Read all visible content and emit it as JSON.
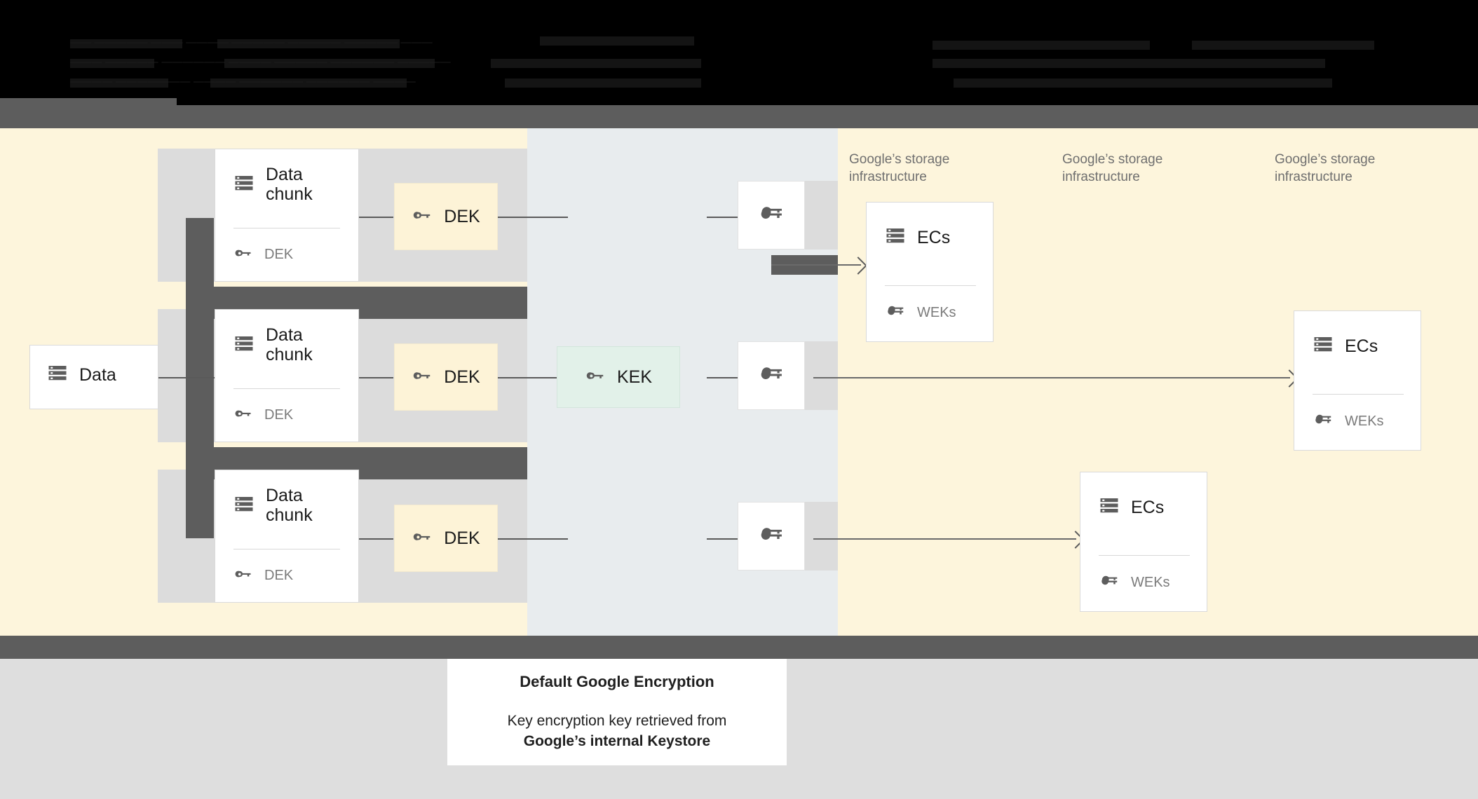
{
  "banner": {
    "note": "redacted-dark-text",
    "lines": [
      "——  —————  ———  ———— —————  ————— ————— ———",
      "———  ————— —————— ———— —————  —————— —————",
      "———— ———————  ———— ——————  —————— ————"
    ]
  },
  "diagram": {
    "source": {
      "title": "Data",
      "icon": "server-icon"
    },
    "chunks": [
      {
        "title": "Data chunk",
        "key_label": "DEK",
        "key_icon": "key-icon",
        "server_icon": "server-icon"
      },
      {
        "title": "Data chunk",
        "key_label": "DEK",
        "key_icon": "key-icon",
        "server_icon": "server-icon"
      },
      {
        "title": "Data chunk",
        "key_label": "DEK",
        "key_icon": "key-icon",
        "server_icon": "server-icon"
      }
    ],
    "dek_boxes": [
      {
        "label": "DEK",
        "icon": "key-icon"
      },
      {
        "label": "DEK",
        "icon": "key-icon"
      },
      {
        "label": "DEK",
        "icon": "key-icon"
      }
    ],
    "kek_box": {
      "label": "KEK",
      "icon": "key-icon"
    },
    "wrapped_keys": [
      {
        "icon": "wrapped-key-icon"
      },
      {
        "icon": "wrapped-key-icon"
      },
      {
        "icon": "wrapped-key-icon"
      }
    ],
    "storage_labels": [
      "Google’s storage infrastructure",
      "Google’s storage infrastructure",
      "Google’s storage infrastructure"
    ],
    "ec_cards": [
      {
        "title": "ECs",
        "key_label": "WEKs",
        "key_icon": "wrapped-key-icon",
        "server_icon": "server-icon"
      },
      {
        "title": "ECs",
        "key_label": "WEKs",
        "key_icon": "wrapped-key-icon",
        "server_icon": "server-icon"
      },
      {
        "title": "ECs",
        "key_label": "WEKs",
        "key_icon": "wrapped-key-icon",
        "server_icon": "server-icon"
      }
    ]
  },
  "legend": {
    "title": "Default Google Encryption",
    "line1": "Key encryption key retrieved from",
    "line2": "Google’s internal Keystore"
  },
  "colors": {
    "cream": "#fdf5dc",
    "blue_gray": "#e8ecee",
    "dark_gray": "#5d5d5d",
    "light_gray": "#dcdcdc",
    "dek_yellow": "#fdf3d7",
    "kek_green": "#e2f1e9",
    "bottom_gray": "#dedede"
  }
}
